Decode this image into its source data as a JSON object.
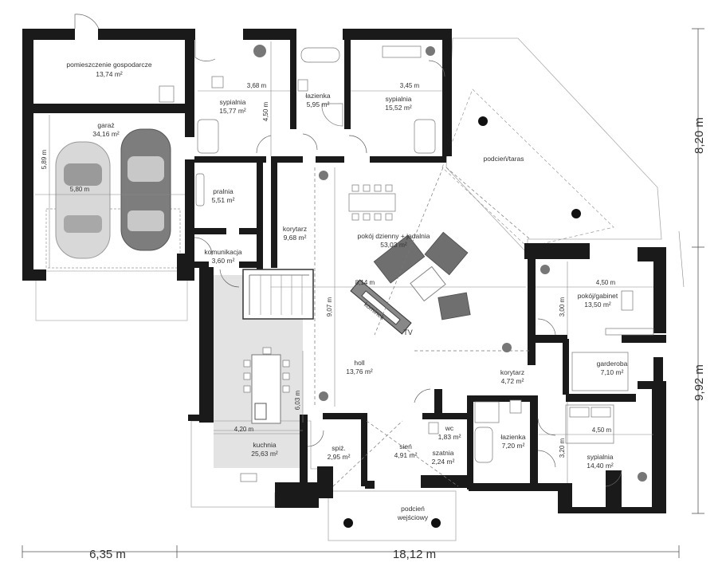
{
  "rooms": [
    {
      "id": "pom",
      "name": "pomieszczenie gospodarcze",
      "area": "13,74 m²"
    },
    {
      "id": "garaz",
      "name": "garaż",
      "area": "34,16 m²"
    },
    {
      "id": "syp1",
      "name": "sypialnia",
      "area": "15,77 m²"
    },
    {
      "id": "laz1",
      "name": "łazienka",
      "area": "5,95 m²"
    },
    {
      "id": "syp2",
      "name": "sypialnia",
      "area": "15,52 m²"
    },
    {
      "id": "podcien",
      "name": "podcień/taras",
      "area": ""
    },
    {
      "id": "pralnia",
      "name": "pralnia",
      "area": "5,51 m²"
    },
    {
      "id": "korytarz1",
      "name": "korytarz",
      "area": "9,68 m²"
    },
    {
      "id": "dzienny",
      "name": "pokój dzienny + jadalnia",
      "area": "53,03 m²"
    },
    {
      "id": "komunikacja",
      "name": "komunikacja",
      "area": "3,60 m²"
    },
    {
      "id": "gabinet",
      "name": "pokój/gabinet",
      "area": "13,50 m²"
    },
    {
      "id": "holl",
      "name": "holl",
      "area": "13,76 m²"
    },
    {
      "id": "korytarz2",
      "name": "korytarz",
      "area": "4,72 m²"
    },
    {
      "id": "garderoba",
      "name": "garderoba",
      "area": "7,10 m²"
    },
    {
      "id": "kuchnia",
      "name": "kuchnia",
      "area": "25,63 m²"
    },
    {
      "id": "spiz",
      "name": "spiż.",
      "area": "2,95 m²"
    },
    {
      "id": "sien",
      "name": "sień",
      "area": "4,91 m²"
    },
    {
      "id": "szatnia",
      "name": "szatnia",
      "area": "2,24 m²"
    },
    {
      "id": "wc",
      "name": "wc",
      "area": "1,83 m²"
    },
    {
      "id": "laz2",
      "name": "łazienka",
      "area": "7,20 m²"
    },
    {
      "id": "syp3",
      "name": "sypialnia",
      "area": "14,40 m²"
    },
    {
      "id": "podcienwej",
      "name": "podcień",
      "area": "wejściowy"
    }
  ],
  "inner_dims": {
    "d_368": "3,68 m",
    "d_345": "3,45 m",
    "d_450a": "4,50 m",
    "d_589": "5,89 m",
    "d_580": "5,80 m",
    "d_814": "8,14 m",
    "d_907": "9,07 m",
    "d_450b": "4,50 m",
    "d_300": "3,00 m",
    "d_603": "6,03 m",
    "d_420": "4,20 m",
    "d_450c": "4,50 m",
    "d_320": "3,20 m"
  },
  "outer_dims": {
    "left_bottom": "6,35 m",
    "right_bottom": "18,12 m",
    "right_top": "8,20 m",
    "right_lower": "9,92 m"
  },
  "annotations": {
    "tv": "TV",
    "kominek": "kominek"
  }
}
